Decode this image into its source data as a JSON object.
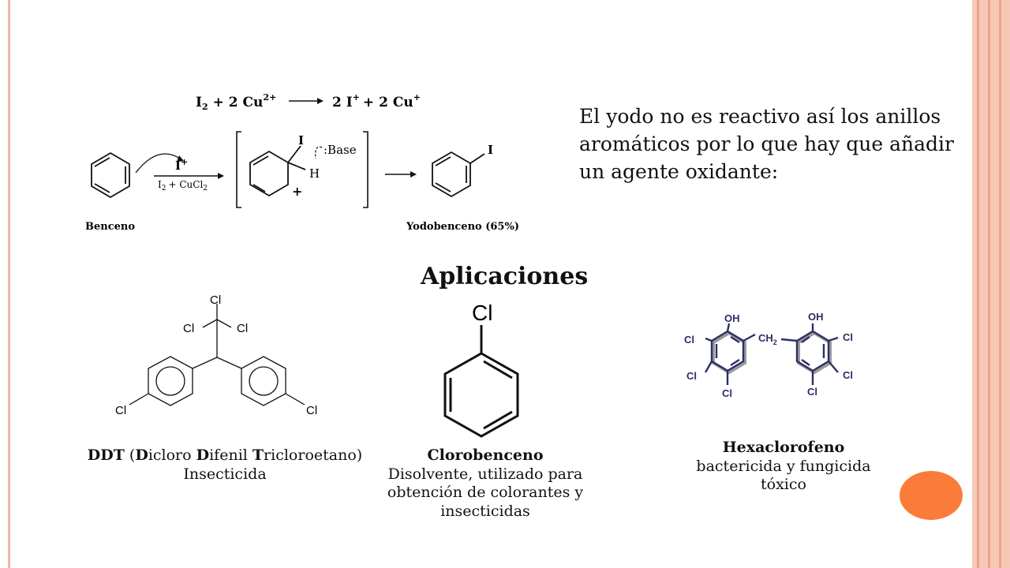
{
  "reaction": {
    "oxidation": {
      "left_I": "I",
      "left_I_sub": "2",
      "plus_2": "+ 2 Cu",
      "cu2_sup": "2+",
      "right": "2 I",
      "i_plus_sup": "+",
      "plus_cu": "+ 2 Cu",
      "cu_plus_sup": "+"
    },
    "iodonium": "I",
    "iodonium_sup": "+",
    "reagent": "I",
    "reagent_sub1": "2",
    "reagent_rest": "+ CuCl",
    "reagent_sub2": "2",
    "intermediate_I": "I",
    "intermediate_H": "H",
    "base": ":Base",
    "positive_charge": "+",
    "product_I": "I",
    "start_label": "Benceno",
    "product_label": "Yodobenceno (65%)"
  },
  "intro_text": "El yodo no es reactivo así los anillos aromáticos por lo que hay que añadir un agente oxidante:",
  "heading": "Aplicaciones",
  "ddt": {
    "atom_cl_top": "Cl",
    "atom_cl_left": "Cl",
    "atom_cl_right": "Cl",
    "atom_cl_ring_left": "Cl",
    "atom_cl_ring_right": "Cl",
    "title_part1": "DDT",
    "title_part2": " (",
    "title_b1": "D",
    "title_part3": "icloro ",
    "title_b2": "D",
    "title_part4": "ifenil ",
    "title_b3": "T",
    "title_part5": "ricloroetano)",
    "use": "Insecticida"
  },
  "chlorobenzene": {
    "atom_cl": "Cl",
    "title": "Clorobenceno",
    "description": "Disolvente, utilizado para obtención de colorantes y insecticidas"
  },
  "hexachlorophene": {
    "oh_left": "OH",
    "oh_right": "OH",
    "ch2": "CH",
    "ch2_sub": "2",
    "cl_l1": "Cl",
    "cl_l2": "Cl",
    "cl_l3": "Cl",
    "cl_r1": "Cl",
    "cl_r2": "Cl",
    "cl_r3": "Cl",
    "title": "Hexaclorofeno",
    "use1": "bactericida y fungicida",
    "use2": "tóxico"
  },
  "colors": {
    "accent_orange": "#fb7b3a",
    "frame_peach": "#f6c9b6",
    "hex_atoms": "#2c2f66",
    "hex_shadow": "#9a9a9a"
  }
}
